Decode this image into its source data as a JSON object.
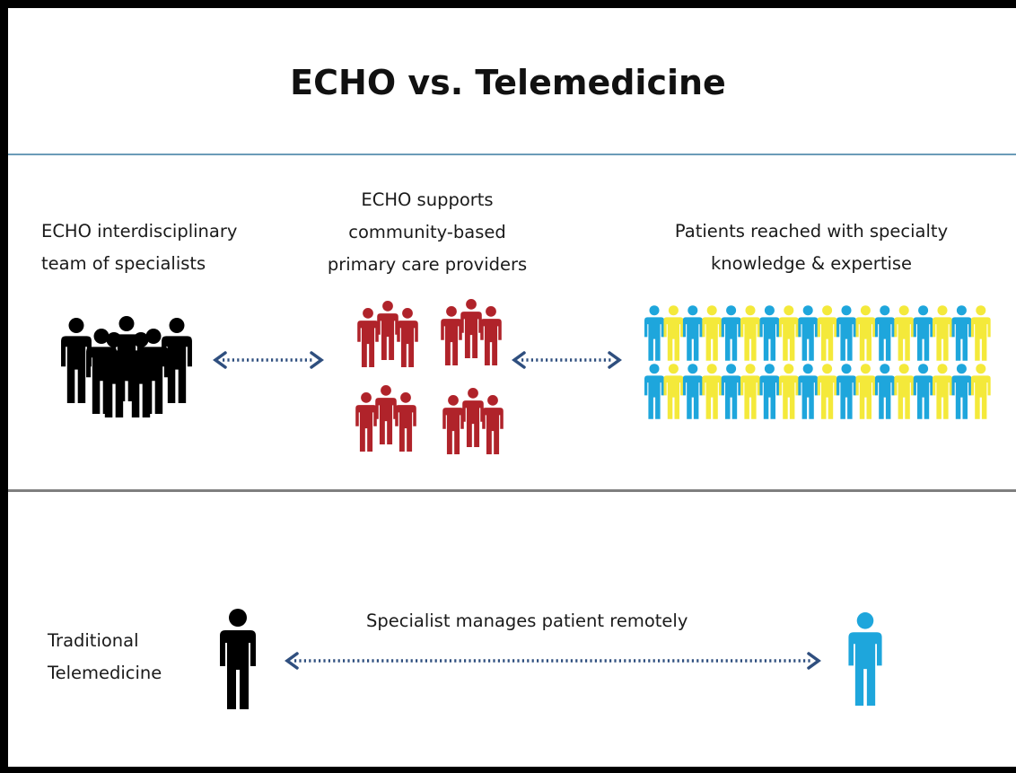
{
  "title": "ECHO vs. Telemedicine",
  "echo": {
    "specialists_label": [
      "ECHO interdisciplinary",
      "team of specialists"
    ],
    "providers_label": [
      "ECHO supports",
      "community-based",
      "primary care providers"
    ],
    "patients_label": [
      "Patients reached with specialty",
      "knowledge & expertise"
    ]
  },
  "telemedicine": {
    "label": [
      "Traditional",
      "Telemedicine"
    ],
    "arrow_label": "Specialist manages patient remotely"
  },
  "colors": {
    "specialist": "#000000",
    "provider": "#b0232a",
    "patient_blue": "#1ea6dc",
    "patient_yellow": "#f4e93a",
    "arrow": "#2f4f7f"
  },
  "icons": [
    "person-icon",
    "double-arrow-icon"
  ]
}
